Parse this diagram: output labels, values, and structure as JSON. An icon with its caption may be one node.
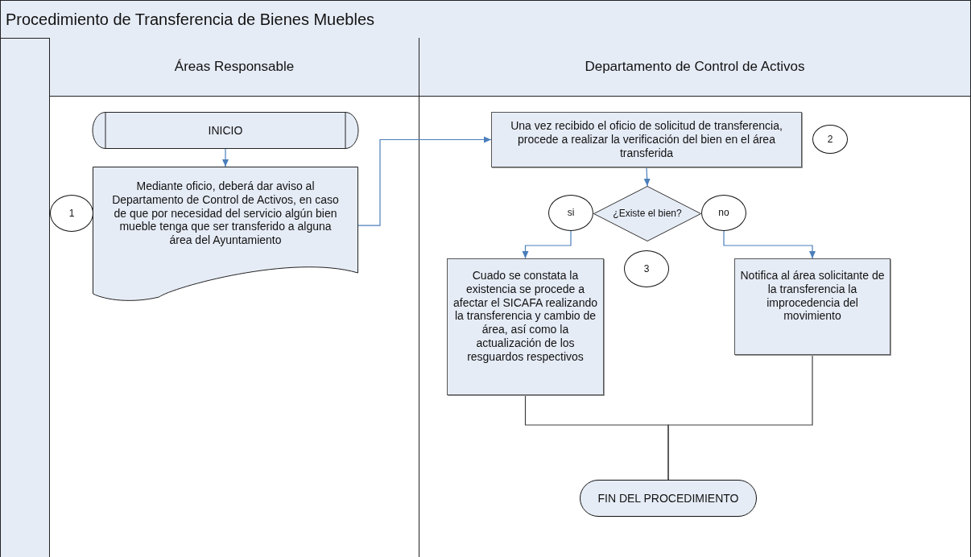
{
  "diagram": {
    "title": "Procedimiento de Transferencia de Bienes Muebles",
    "nodes": [
      {
        "text": [
          "Áreas Responsable"
        ]
      },
      {
        "text": [
          "Departamento de Control de Activos"
        ]
      },
      {
        "text": [
          "INICIO"
        ],
        "in": 0
      },
      {
        "text": [
          "Mediante oficio, deberá dar aviso al Departamento de Control de Activos, en caso de que por necesidad del servicio algún bien mueble tenga que ser transferido a alguna área del Ayuntamiento"
        ],
        "in": 0
      },
      {
        "text": [
          "1"
        ],
        "in": 0
      },
      {
        "text": [
          "Una vez recibido el oficio de solicitud de transferencia, procede a realizar la verificación del bien en el área transferida"
        ],
        "in": 1
      },
      {
        "text": [
          "2"
        ],
        "in": 1
      },
      {
        "text": [
          "¿Existe el bien?"
        ],
        "in": 1
      },
      {
        "text": [
          "si"
        ],
        "in": 1
      },
      {
        "text": [
          "no"
        ],
        "in": 1
      },
      {
        "text": [
          "3"
        ],
        "in": 1
      },
      {
        "text": [
          "Cuado se constata la existencia se procede a afectar el SICAFA realizando la transferencia y cambio de área, así como la actualización de los resguardos respectivos"
        ],
        "in": 1
      },
      {
        "text": [
          "Notifica al área solicitante de la transferencia la improcedencia del movimiento"
        ],
        "in": 1
      },
      {
        "text": [
          "FIN DEL PROCEDIMIENTO"
        ],
        "in": 1
      }
    ],
    "edges": [
      {
        "from": 2,
        "to": 3,
        "arrow": "to"
      },
      {
        "from": 3,
        "to": 5,
        "arrow": "to"
      },
      {
        "from": 5,
        "to": 7,
        "arrow": "to"
      },
      {
        "from": 8,
        "to": 11,
        "arrow": "to"
      },
      {
        "from": 9,
        "to": 12,
        "arrow": "to"
      },
      {
        "from": 11,
        "to": 13,
        "arrow": "none",
        "color": "#404040"
      },
      {
        "from": 12,
        "to": 13,
        "arrow": "none",
        "color": "#404040"
      }
    ]
  }
}
